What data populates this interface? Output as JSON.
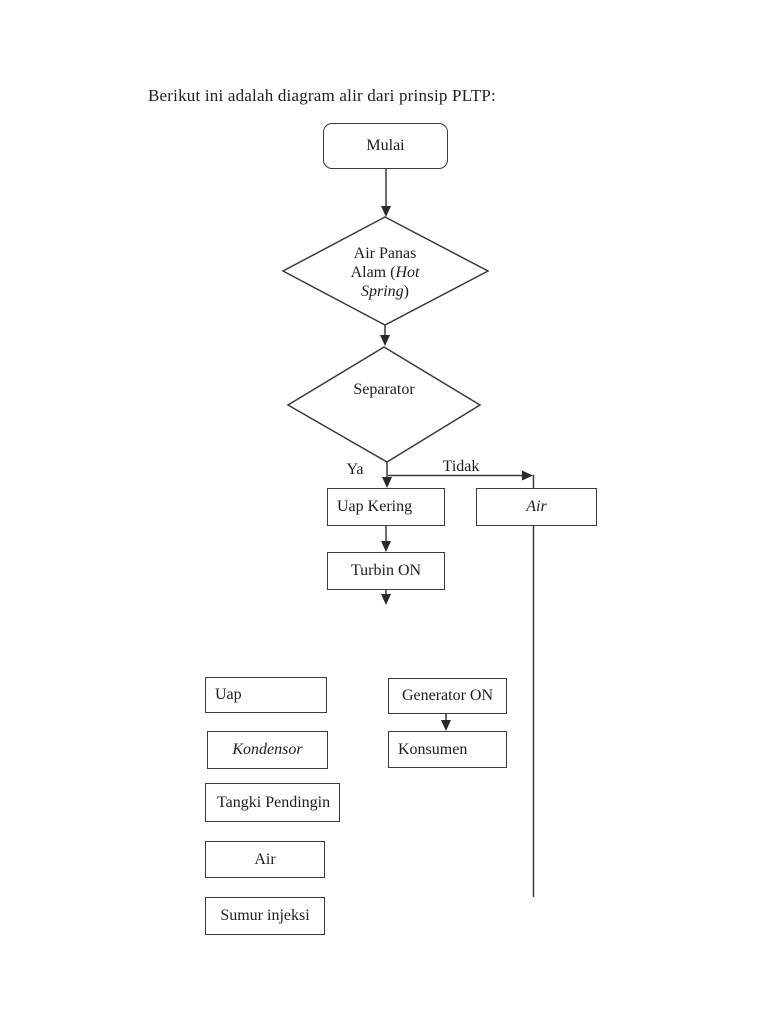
{
  "page": {
    "title": "Berikut ini adalah diagram alir dari prinsip PLTP:",
    "background": "#ffffff"
  },
  "colors": {
    "line": "#3a3a3a",
    "text": "#1c1c1c"
  },
  "flowchart": {
    "nodes": {
      "mulai": {
        "label": "Mulai"
      },
      "air_panas_alam": {
        "line1": "Air Panas",
        "line2_plain": "Alam (",
        "line2_italic": "Hot",
        "line3_italic": "Spring",
        "line3_plain": ")"
      },
      "separator": {
        "label": "Separator"
      },
      "uap_kering": {
        "label": "Uap Kering"
      },
      "air_cabang_tidak": {
        "label": "Air"
      },
      "turbin_on": {
        "label": "Turbin ON"
      },
      "uap": {
        "label": "Uap"
      },
      "kondensor": {
        "label": "Kondensor"
      },
      "tangki_pendingin": {
        "label": "Tangki Pendingin"
      },
      "air": {
        "label": "Air"
      },
      "sumur_injeksi": {
        "label": "Sumur injeksi"
      },
      "generator_on": {
        "label": "Generator ON"
      },
      "konsumen": {
        "label": "Konsumen"
      }
    },
    "branch_labels": {
      "ya": "Ya",
      "tidak": "Tidak"
    }
  }
}
